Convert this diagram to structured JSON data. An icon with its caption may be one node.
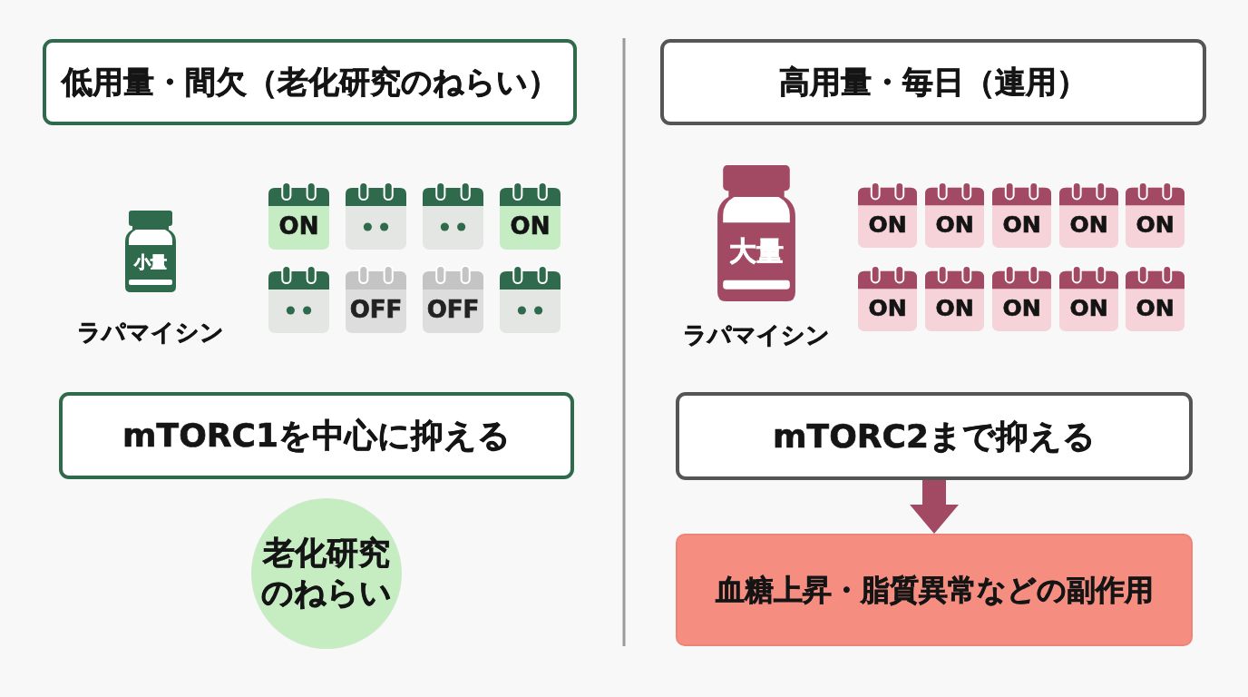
{
  "diagram": {
    "nodes": [
      {
        "text": [
          "低用量・間欠（老化研究のねらい）"
        ]
      },
      {
        "text": [
          "小量"
        ],
        "beside": [
          "ラパマイシン"
        ]
      },
      {
        "text": [
          "ON"
        ]
      },
      {
        "text": [],
        "shape": "calendar"
      },
      {
        "text": [],
        "shape": "calendar"
      },
      {
        "text": [
          "ON"
        ]
      },
      {
        "text": [],
        "shape": "calendar"
      },
      {
        "text": [
          "OFF"
        ]
      },
      {
        "text": [
          "OFF"
        ]
      },
      {
        "text": [],
        "shape": "calendar"
      },
      {
        "text": [
          "mTORC1を中心に抑える"
        ]
      },
      {
        "text": [
          "老化研究のねらい"
        ]
      },
      {
        "text": [
          "高用量・毎日（連用）"
        ]
      },
      {
        "text": [
          "大量"
        ],
        "beside": [
          "ラパマイシン"
        ]
      },
      {
        "text": [
          "ON"
        ]
      },
      {
        "text": [
          "ON"
        ]
      },
      {
        "text": [
          "ON"
        ]
      },
      {
        "text": [
          "ON"
        ]
      },
      {
        "text": [
          "ON"
        ]
      },
      {
        "text": [
          "ON"
        ]
      },
      {
        "text": [
          "ON"
        ]
      },
      {
        "text": [
          "ON"
        ]
      },
      {
        "text": [
          "ON"
        ]
      },
      {
        "text": [
          "ON"
        ]
      },
      {
        "text": [
          "mTORC2まで抑える"
        ]
      },
      {
        "text": [
          "血糖上昇・脂質異常などの副作用"
        ]
      }
    ],
    "edges": [
      {
        "from": 24,
        "to": 25,
        "arrow": "to"
      }
    ]
  }
}
